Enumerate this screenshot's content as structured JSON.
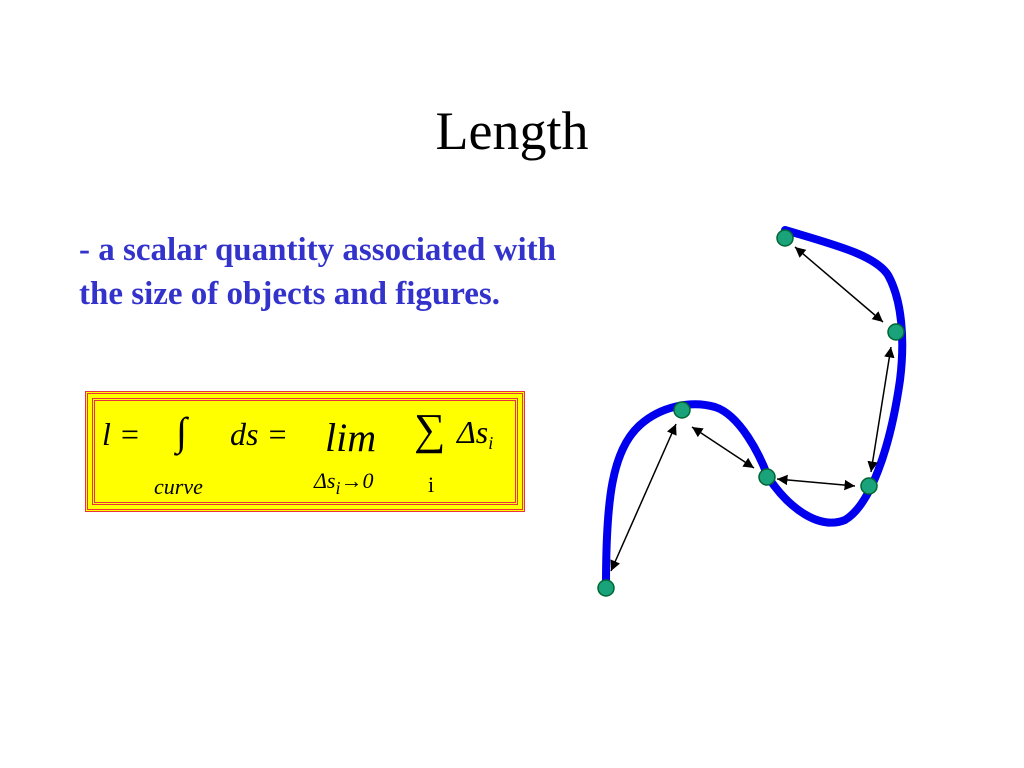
{
  "slide": {
    "title": "Length",
    "bullet": "- a scalar quantity associated with the size of objects and figures."
  },
  "formula": {
    "lhs": "l =",
    "integral": "∫",
    "integral_lower": "curve",
    "integrand": "ds =",
    "lim": "lim",
    "lim_lower_delta": "Δs",
    "lim_lower_sub": "i",
    "lim_lower_arrow": "→0",
    "sum": "∑",
    "sum_lower": "i",
    "term_delta": "Δs",
    "term_sub": "i"
  },
  "colors": {
    "title": "#000000",
    "bullet_text": "#3333cc",
    "formula_background": "#ffff00",
    "formula_border": "#e8333d",
    "curve": "#0000ee",
    "node_fill": "#1aa37a",
    "node_stroke": "#006633",
    "chord": "#000000"
  }
}
